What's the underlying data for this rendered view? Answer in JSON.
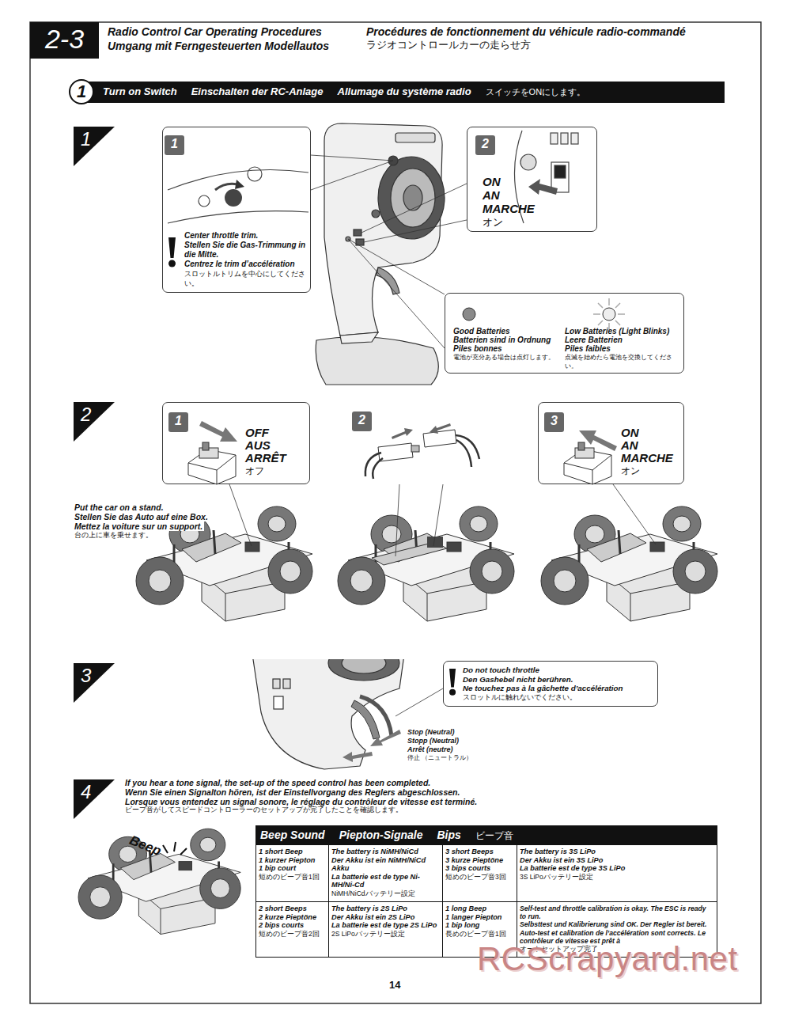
{
  "diagram": {
    "title": "Radio Control Car Operating Procedures",
    "nodes": [
      {
        "text": [
          "2-3"
        ]
      },
      {
        "text": [
          "Turn on Switch",
          "Einschalten der RC-Anlage",
          "Allumage du système radio",
          "スイッチをONにします。"
        ]
      },
      {
        "text": [
          "1"
        ],
        "in": 1
      },
      {
        "text": [
          "1"
        ]
      },
      {
        "text": [
          "Center throttle trim.",
          "Stellen Sie die Gas-Trimmung in die Mitte.",
          "Centrez le trim d’accélération",
          "スロットルトリムを中心にしてください。"
        ]
      },
      {
        "text": [
          "1"
        ],
        "in": 4
      },
      {
        "text": [
          "ON",
          "AN",
          "MARCHE",
          "オン"
        ]
      },
      {
        "text": [
          "2"
        ],
        "in": 6
      },
      {
        "text": [
          "Good Batteries",
          "Batterien sind in Ordnung",
          "Piles bonnes",
          "電池が充分ある場合は点灯します。",
          "Low Batteries (Light Blinks)",
          "Leere Batterien",
          "Piles faibles",
          "点滅を始めたら電池を交換してください。"
        ]
      },
      {
        "text": [
          "2"
        ]
      },
      {
        "text": [
          "OFF",
          "AUS",
          "ARRÊT",
          "オフ"
        ]
      },
      {
        "text": [
          "1"
        ],
        "in": 10
      },
      {
        "text": [
          "2"
        ]
      },
      {
        "text": [
          "ON",
          "AN",
          "MARCHE",
          "オン"
        ]
      },
      {
        "text": [
          "3"
        ],
        "in": 13
      },
      {
        "text": [
          "3"
        ]
      },
      {
        "text": [
          "Do not touch throttle",
          "Den Gashebel nicht berühren.",
          "Ne touchez pas à la gâchette d’accélération",
          "スロットルに触れないでください。"
        ]
      },
      {
        "text": [
          "4"
        ]
      },
      {
        "text": [
          "Beep Sound",
          "Piepton-Signale",
          "Bips",
          "ビープ音"
        ]
      },
      {
        "text": [
          "1 short Beep",
          "1 kurzer Piepton",
          "1 bip court",
          "短めのビープ音1回"
        ],
        "in": 18
      },
      {
        "text": [
          "The battery is NiMH/NiCd",
          "Der Akku ist ein NiMH/NiCd Akku",
          "La batterie est de type Ni-MH/Ni-Cd",
          "NiMH/NiCdバッテリー設定"
        ],
        "in": 18
      },
      {
        "text": [
          "3 short Beeps",
          "3 kurze Pieptöne",
          "3 bips courts",
          "短めのビープ音3回"
        ],
        "in": 18
      },
      {
        "text": [
          "The battery is 3S LiPo",
          "Der Akku ist ein 3S LiPo",
          "La batterie est de type 3S LiPo",
          "3S LiPoバッテリー設定"
        ],
        "in": 18
      },
      {
        "text": [
          "2 short Beeps",
          "2 kurze Pieptöne",
          "2 bips courts",
          "短めのビープ音2回"
        ],
        "in": 18
      },
      {
        "text": [
          "The battery is 2S LiPo",
          "Der Akku ist ein 2S LiPo",
          "La batterie est de type 2S LiPo",
          "2S LiPoバッテリー設定"
        ],
        "in": 18
      },
      {
        "text": [
          "1 long Beep",
          "1 langer Piepton",
          "1 bip long",
          "長めのビープ音1回"
        ],
        "in": 18
      },
      {
        "text": [
          "Self-test and throttle calibration is okay. The ESC is ready to run.",
          "Selbsttest und Kalibrierung sind OK. Der Regler ist bereit.",
          "Auto-test et calibration de l’accélération sont corrects. Le contrôleur de vitesse est prêt à",
          "オートセットアップ完了"
        ],
        "in": 18
      }
    ],
    "labels": [
      "Umgang mit Ferngesteuerten Modellautos",
      "Procédures de fonctionnement du véhicule radio-commandé",
      "ラジオコントロールカーの走らせ方",
      "Put the car on a stand.",
      "Stellen Sie das Auto auf eine Box.",
      "Mettez la voiture sur un support.",
      "台の上に車を乗せます。",
      "Stop (Neutral)",
      "Stopp (Neutral)",
      "Arrêt (neutre)",
      "停止 （ニュートラル）",
      "If you hear a tone signal, the set-up of the speed control has been completed.",
      "Wenn Sie einen Signalton hören, ist der Einstellvorgang des Reglers abgeschlossen.",
      "Lorsque vous entendez un signal sonore, le réglage du contrôleur de vitesse est terminé.",
      "ビープ音がしてスピードコントローラーのセットアップが完了したことを確認します。",
      "Beep",
      "14",
      "RCScrapyard.net"
    ]
  }
}
